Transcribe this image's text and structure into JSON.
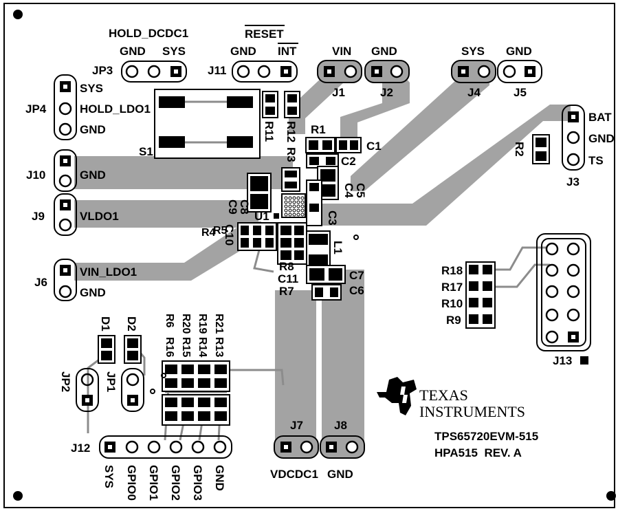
{
  "labels": {
    "hold_dcdc1": "HOLD_DCDC1",
    "jp3_gnd": "GND",
    "jp3_sys": "SYS",
    "jp3": "JP3",
    "reset": "RESET",
    "j11_gnd": "GND",
    "int": "INT",
    "j11": "J11",
    "vin_top": "VIN",
    "gnd_top": "GND",
    "sys_top": "SYS",
    "gnd_top2": "GND",
    "j1": "J1",
    "j2": "J2",
    "j4": "J4",
    "j5": "J5",
    "jp4": "JP4",
    "jp4_sys": "SYS",
    "jp4_hold": "HOLD_LDO1",
    "jp4_gnd": "GND",
    "s1": "S1",
    "r11": "R11",
    "r12": "R12",
    "r1": "R1",
    "c1": "C1",
    "r3": "R3",
    "c2": "C2",
    "c4": "C4",
    "c5": "C5",
    "c3": "C3",
    "c8": "C8",
    "c9": "C9",
    "u1": "U1",
    "r5": "R5",
    "r4": "R4",
    "c10": "C10",
    "l1": "L1",
    "r8": "R8",
    "c11": "C11",
    "r7": "R7",
    "c7": "C7",
    "c6": "C6",
    "bat": "BAT",
    "j3_gnd": "GND",
    "ts": "TS",
    "r2": "R2",
    "j3": "J3",
    "j10": "J10",
    "j10_gnd": "GND",
    "j9": "J9",
    "vldo1": "VLDO1",
    "j6": "J6",
    "vin_ldo1": "VIN_LDO1",
    "j6_gnd": "GND",
    "d1": "D1",
    "d2": "D2",
    "r6": "R6",
    "r20": "R20",
    "r19": "R19",
    "r21": "R21",
    "r16": "R16",
    "r15": "R15",
    "r14": "R14",
    "r13": "R13",
    "jp2": "JP2",
    "jp1": "JP1",
    "j12": "J12",
    "sys_b": "SYS",
    "gpio0": "GPIO0",
    "gpio1": "GPIO1",
    "gpio2": "GPIO2",
    "gpio3": "GPIO3",
    "gnd_b": "GND",
    "r18": "R18",
    "r17": "R17",
    "r10": "R10",
    "r9": "R9",
    "j13": "J13",
    "j7": "J7",
    "j8": "J8",
    "vdcdc1": "VDCDC1",
    "j8_gnd": "GND",
    "ti_texas": "TEXAS",
    "ti_instruments": "INSTRUMENTS",
    "part": "TPS65720EVM-515",
    "rev": "HPA515  REV. A"
  },
  "colors": {
    "copper": "#a3a3a3",
    "ink": "#000000",
    "board": "#ffffff",
    "trace": "#8c8c8c"
  }
}
